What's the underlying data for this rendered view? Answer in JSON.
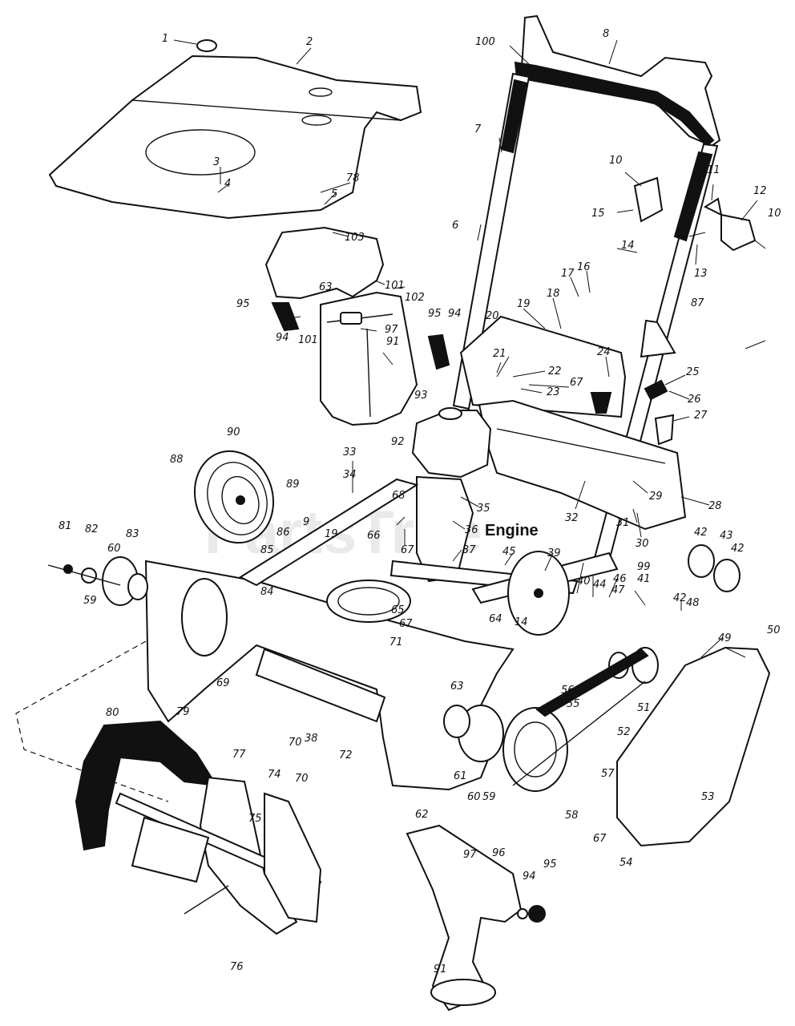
{
  "watermark": "PartsTree",
  "engine_label": "Engine",
  "part_numbers": [
    "1",
    "2",
    "3",
    "4",
    "5",
    "6",
    "7",
    "8",
    "9",
    "10",
    "11",
    "12",
    "13",
    "14",
    "15",
    "16",
    "17",
    "18",
    "19",
    "20",
    "21",
    "22",
    "23",
    "24",
    "25",
    "26",
    "27",
    "28",
    "29",
    "30",
    "31",
    "32",
    "33",
    "34",
    "35",
    "36",
    "37",
    "38",
    "39",
    "40",
    "41",
    "42",
    "43",
    "44",
    "45",
    "46",
    "47",
    "48",
    "49",
    "50",
    "51",
    "52",
    "53",
    "54",
    "55",
    "56",
    "57",
    "58",
    "59",
    "60",
    "61",
    "62",
    "63",
    "64",
    "65",
    "66",
    "67",
    "68",
    "69",
    "70",
    "71",
    "72",
    "74",
    "75",
    "76",
    "77",
    "78",
    "79",
    "80",
    "81",
    "82",
    "83",
    "84",
    "85",
    "86",
    "87",
    "88",
    "89",
    "90",
    "91",
    "92",
    "93",
    "94",
    "95",
    "96",
    "97",
    "99",
    "100",
    "101",
    "102",
    "103"
  ]
}
